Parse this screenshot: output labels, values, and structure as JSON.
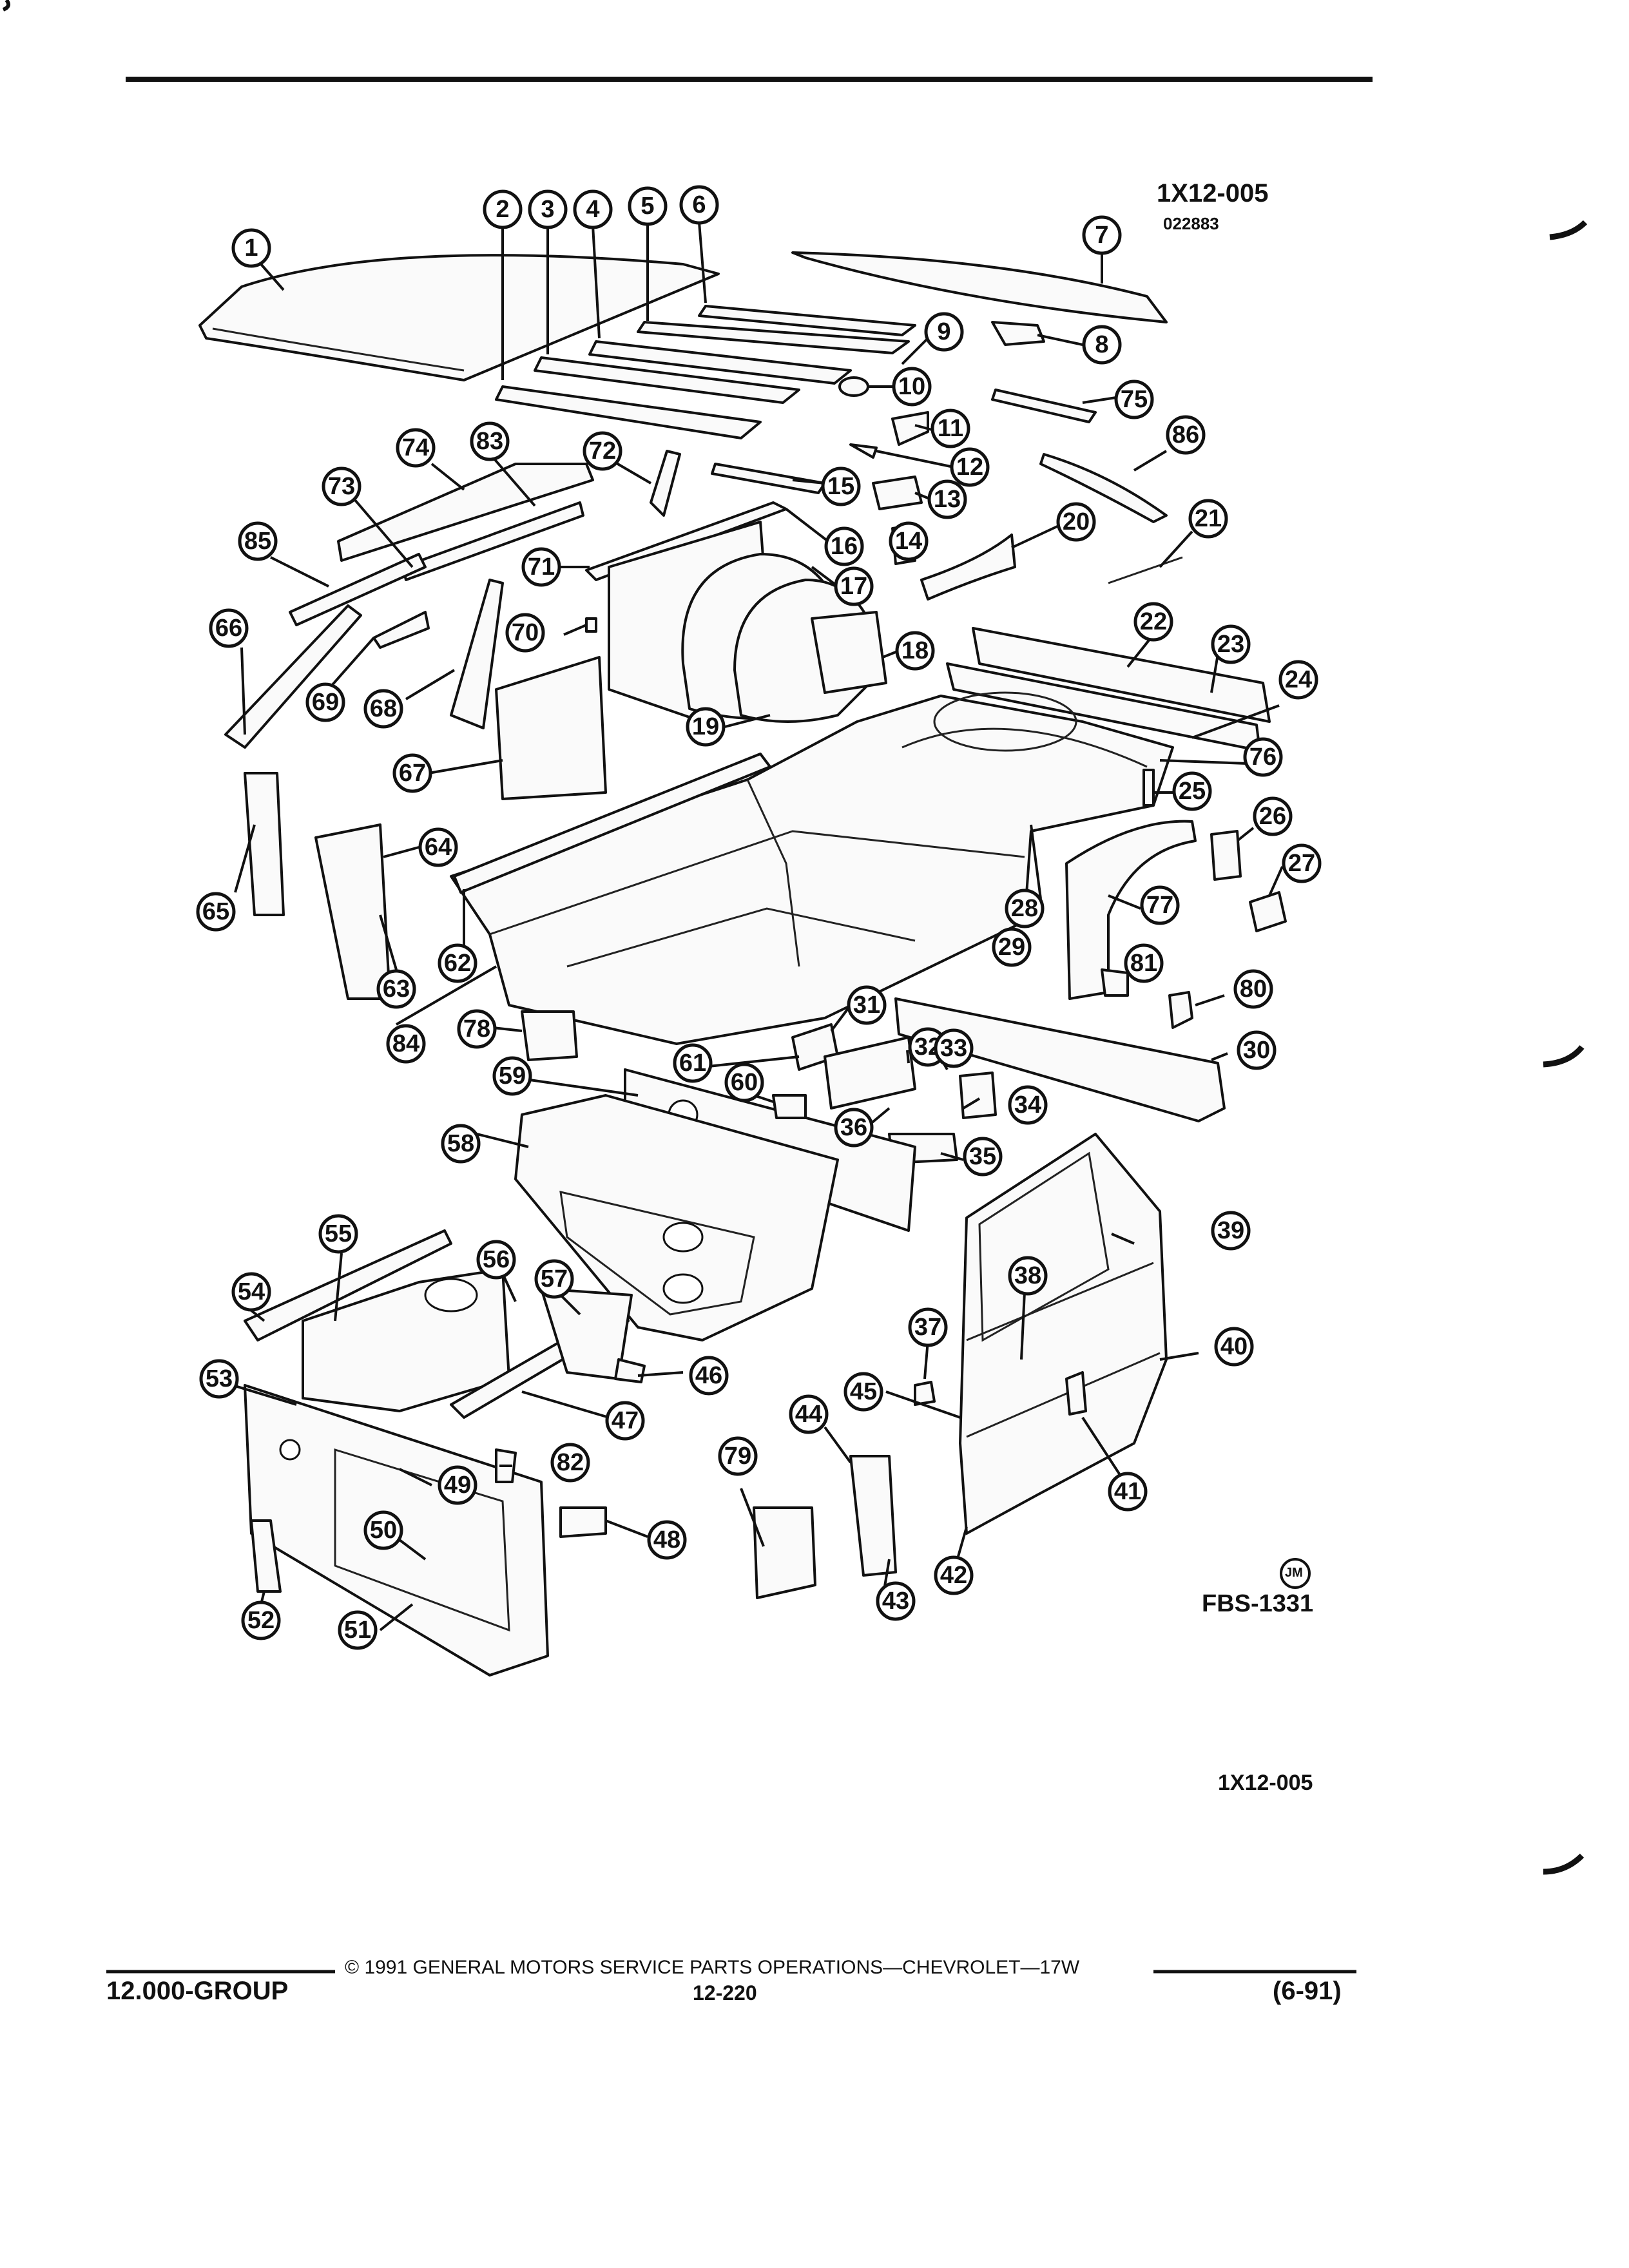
{
  "header": {
    "code": "1X12-005",
    "sub_code": "022883"
  },
  "labels": {
    "artist_mark": "JM",
    "figure_ref": "FBS-1331",
    "diagram_ref": "1X12-005"
  },
  "footer": {
    "copyright": "© 1991 GENERAL MOTORS SERVICE PARTS OPERATIONS—CHEVROLET—17W",
    "group": "12.000-GROUP",
    "page": "12-220",
    "date": "(6-91)"
  },
  "callouts": [
    "1",
    "2",
    "3",
    "4",
    "5",
    "6",
    "7",
    "8",
    "9",
    "10",
    "11",
    "12",
    "13",
    "14",
    "15",
    "16",
    "17",
    "18",
    "19",
    "20",
    "21",
    "22",
    "23",
    "24",
    "25",
    "26",
    "27",
    "28",
    "29",
    "30",
    "31",
    "32",
    "33",
    "34",
    "35",
    "36",
    "37",
    "38",
    "39",
    "40",
    "41",
    "42",
    "43",
    "44",
    "45",
    "46",
    "47",
    "48",
    "49",
    "50",
    "51",
    "52",
    "53",
    "54",
    "55",
    "56",
    "57",
    "58",
    "59",
    "60",
    "61",
    "62",
    "63",
    "64",
    "65",
    "66",
    "67",
    "68",
    "69",
    "70",
    "71",
    "72",
    "73",
    "74",
    "75",
    "76",
    "77",
    "78",
    "79",
    "80",
    "81",
    "82",
    "83",
    "84",
    "85",
    "86"
  ]
}
